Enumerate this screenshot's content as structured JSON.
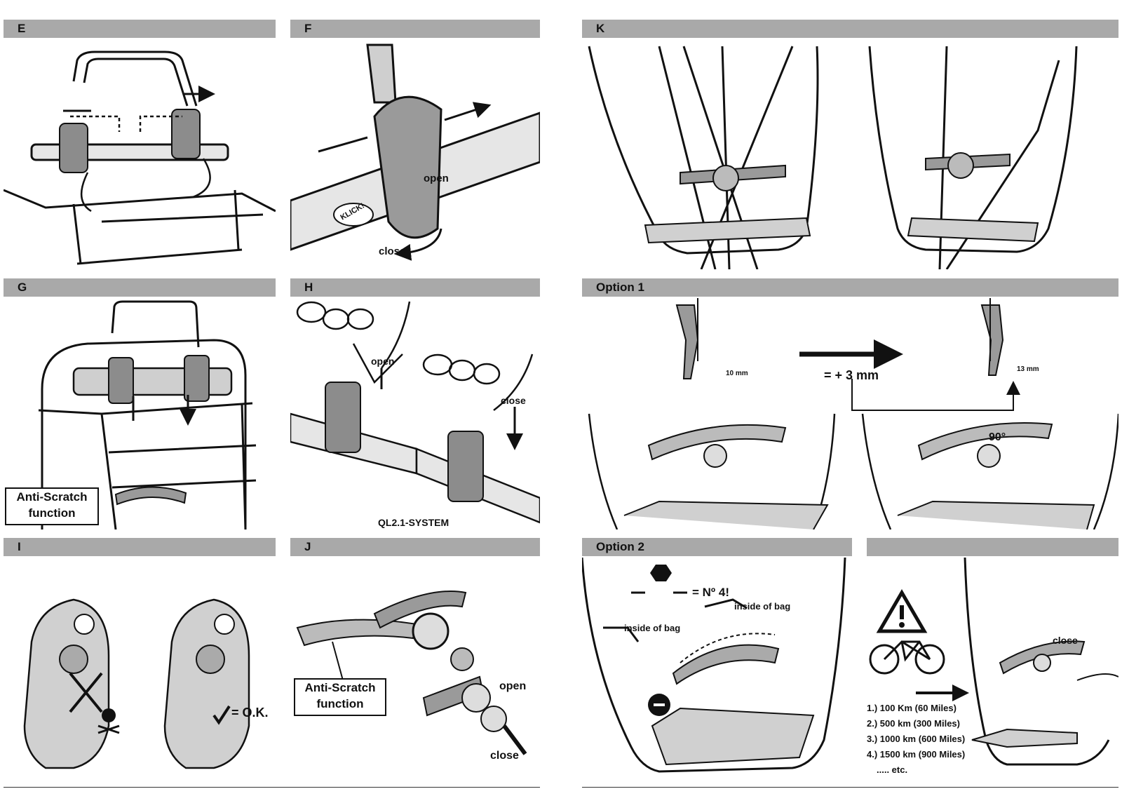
{
  "headers": {
    "E": "E",
    "F": "F",
    "G": "G",
    "H": "H",
    "I": "I",
    "J": "J",
    "K": "K",
    "option1": "Option 1",
    "option2": "Option 2",
    "warning": ""
  },
  "labels": {
    "open": "open",
    "close": "close",
    "klick": "KLICK!",
    "anti_scratch_line1": "Anti-Scratch",
    "anti_scratch_line2": "function",
    "ql_system": "QL2.1-SYSTEM",
    "ok": "= O.K.",
    "ten_mm": "10 mm",
    "thirteen_mm": "13 mm",
    "plus_3mm": "= + 3 mm",
    "ninety_deg": "90°",
    "no4": "= Nº 4!",
    "inside_of_bag": "inside of bag"
  },
  "checks": [
    {
      "step": "1.)",
      "km": "100 Km",
      "miles": "(60 Miles)"
    },
    {
      "step": "2.)",
      "km": "500 km",
      "miles": "(300 Miles)"
    },
    {
      "step": "3.)",
      "km": "1000 km",
      "miles": "(600 Miles)"
    },
    {
      "step": "4.)",
      "km": "1500 km",
      "miles": "(900 Miles)"
    }
  ],
  "checks_more": "..... etc.",
  "colors": {
    "header_bg": "#a9a9a9",
    "ink": "#111111",
    "panel_fill": "#d9d9d9"
  }
}
